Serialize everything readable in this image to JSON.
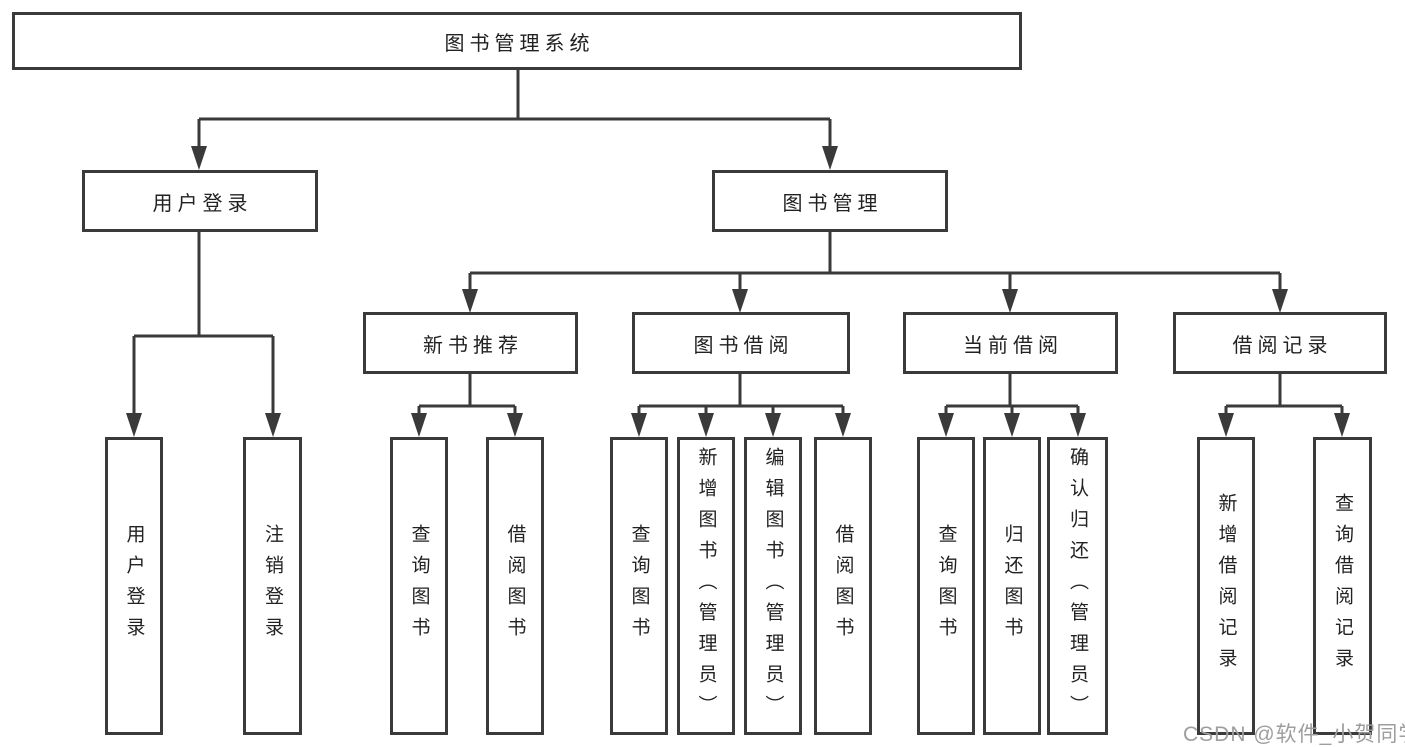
{
  "diagram": {
    "title": "图书管理系统",
    "watermark": "CSDN @软件_小贺同学",
    "colors": {
      "border": "#3a3a3a",
      "line": "#3a3a3a",
      "text": "#222222",
      "watermark": "#9e9e9e",
      "background": "#ffffff"
    },
    "tree": {
      "label": "图书管理系统",
      "children": [
        {
          "label": "用户登录",
          "children": [
            {
              "label": "用户登录"
            },
            {
              "label": "注销登录"
            }
          ]
        },
        {
          "label": "图书管理",
          "children": [
            {
              "label": "新书推荐",
              "children": [
                {
                  "label": "查询图书"
                },
                {
                  "label": "借阅图书"
                }
              ]
            },
            {
              "label": "图书借阅",
              "children": [
                {
                  "label": "查询图书"
                },
                {
                  "label": "新增图书（管理员）"
                },
                {
                  "label": "编辑图书（管理员）"
                },
                {
                  "label": "借阅图书"
                }
              ]
            },
            {
              "label": "当前借阅",
              "children": [
                {
                  "label": "查询图书"
                },
                {
                  "label": "归还图书"
                },
                {
                  "label": "确认归还（管理员）"
                }
              ]
            },
            {
              "label": "借阅记录",
              "children": [
                {
                  "label": "新增借阅记录"
                },
                {
                  "label": "查询借阅记录"
                }
              ]
            }
          ]
        }
      ]
    }
  }
}
